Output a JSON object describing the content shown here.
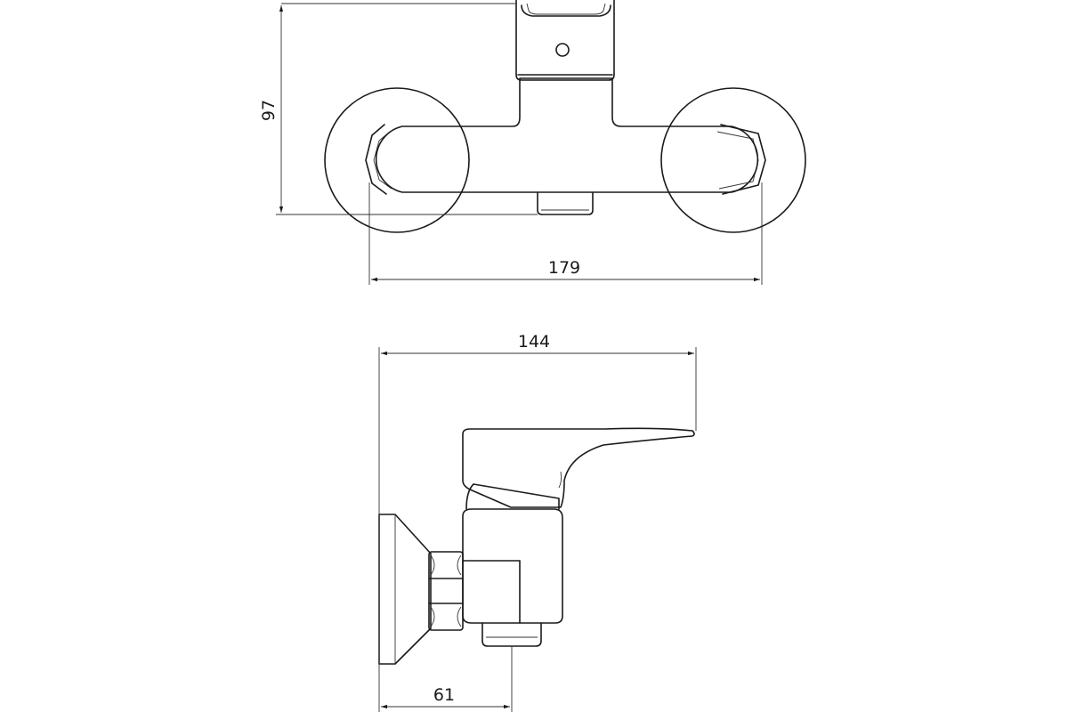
{
  "dimensions": {
    "front_height": "97",
    "front_width": "179",
    "side_depth": "144",
    "side_offset": "61"
  },
  "colors": {
    "line": "#1a1a1a",
    "background": "#ffffff"
  }
}
